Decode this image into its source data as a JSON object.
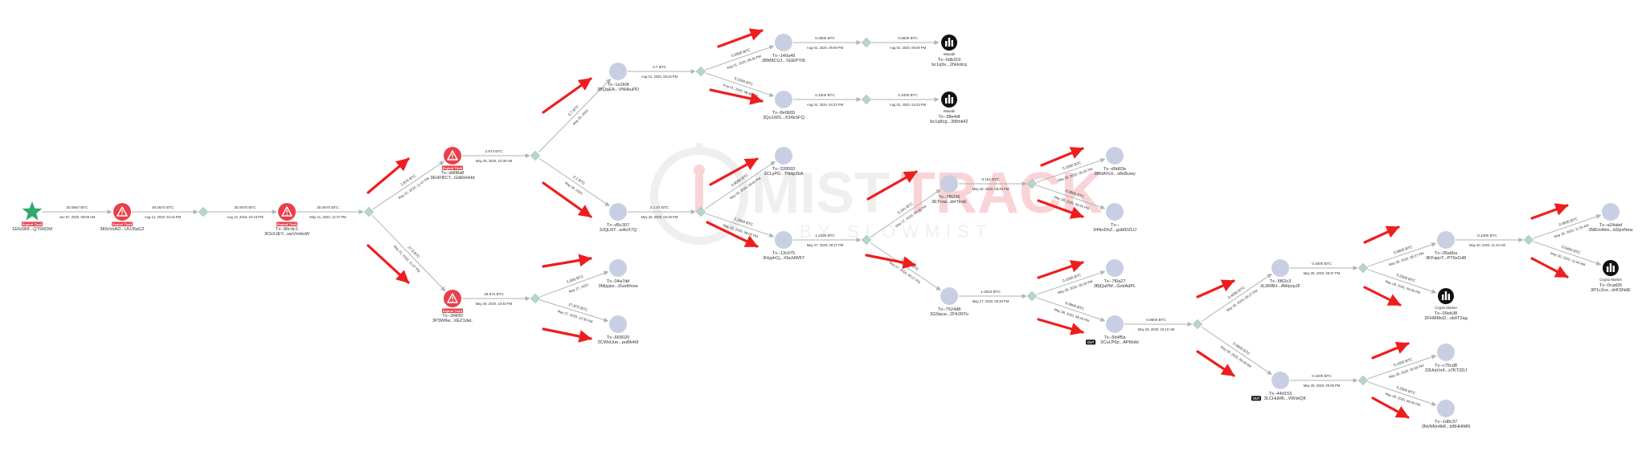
{
  "watermark": {
    "brand_left": "MIST",
    "brand_right": "TRACK",
    "tagline": "BY SLOWMIST"
  },
  "colors": {
    "node": "#c9cfe3",
    "alert": "#e8404a",
    "start": "#2ea86b",
    "diamond": "#b8d4ce",
    "edge": "#aab6b2",
    "arrow": "#ee1e1e",
    "exchange": "#111111"
  },
  "nodes": [
    {
      "id": "start",
      "kind": "start",
      "addr": "1E6z9Rf...QT5RDM",
      "tag": "Exploit Theft"
    },
    {
      "id": "n1",
      "kind": "alert",
      "addr": "3KfoVoAD...UUJ5aG2",
      "tag": "Exploit Theft"
    },
    {
      "id": "n2",
      "kind": "alert",
      "tx": "Tx--86c4c1",
      "addr": "3CkXJEY...uwVmHuW",
      "tag": "Exploit Theft"
    },
    {
      "id": "n3",
      "kind": "alert",
      "tx": "Tx--dd08a8",
      "addr": "3EHFBCT...GdEbHHd",
      "tag": "Exploit Theft"
    },
    {
      "id": "n4",
      "kind": "alert",
      "tx": "Tx--2f4f30",
      "addr": "3P3W6w...XEZ1deL",
      "tag": "Exploit Theft"
    },
    {
      "id": "n5",
      "kind": "node",
      "tx": "Tx--1e2b9f",
      "addr": "3BQqEA...VNHkuPD"
    },
    {
      "id": "n6",
      "kind": "node",
      "tx": "Tx--d5c307",
      "addr": "3JQLRT...wAvX7Q"
    },
    {
      "id": "n7",
      "kind": "node",
      "tx": "Tx--04a7dd",
      "addr": "3Mjiyjxe...DueKhow"
    },
    {
      "id": "n8",
      "kind": "node",
      "tx": "Tx--669020",
      "addr": "3CWoUue...puBk4t9"
    },
    {
      "id": "n9",
      "kind": "node",
      "tx": "Tx--140a49",
      "addr": "3BM8CUJ...SGEPYt5"
    },
    {
      "id": "n10",
      "kind": "node",
      "tx": "Tx--8e0b55",
      "addr": "3Qu1WS...X34kSFQ"
    },
    {
      "id": "n11",
      "kind": "exchange",
      "label": "Wasabi",
      "tx": "Tx--0db319",
      "addr": "bc1q9x...2hkkdcq"
    },
    {
      "id": "n12",
      "kind": "exchange",
      "label": "Wasabi",
      "tx": "Tx--38e4df",
      "addr": "bc1q8cg...3t8mk42"
    },
    {
      "id": "n13",
      "kind": "node",
      "tx": "Tx--339593",
      "addr": "3CLyPD...TNdp3bA"
    },
    {
      "id": "n14",
      "kind": "node",
      "tx": "Tx--13c975",
      "addr": "3HyphCj...XfaJdW57"
    },
    {
      "id": "n15",
      "kind": "node",
      "tx": "Tx--7f6236",
      "addr": "3ETrvw...dHTtrxE"
    },
    {
      "id": "n16",
      "kind": "node",
      "tx": "Tx--7524d8",
      "addr": "3G9qcw...2Ffr2RTo"
    },
    {
      "id": "n17",
      "kind": "node",
      "tx": "Tx--d9d03e",
      "addr": "3BNAYoX...x8eBuwy"
    },
    {
      "id": "n18",
      "kind": "node",
      "tx": "Tx--",
      "addr": "34NnDhZ...guMDZUJ"
    },
    {
      "id": "n19",
      "kind": "node",
      "tx": "Tx--7f0a27",
      "addr": "3BjQaPM...GxbAdPL"
    },
    {
      "id": "n20",
      "kind": "node",
      "tx": "Tx--5b4f5a",
      "addr": "3CuLP6p...APfdsbt",
      "badge": "OUT"
    },
    {
      "id": "n21",
      "kind": "node",
      "tx": "Tx--5f62c3",
      "addr": "3L9RBH...AWpxpJF"
    },
    {
      "id": "n22",
      "kind": "node",
      "tx": "Tx--44d153",
      "addr": "3LCHuM6...VWskQK",
      "badge": "OUT"
    },
    {
      "id": "n23",
      "kind": "node",
      "tx": "Tx--05a6ba",
      "addr": "3KFqqvT...PT6xG48"
    },
    {
      "id": "n24",
      "kind": "exchange",
      "label": "Crypto Market",
      "tx": "Tx--09eb38",
      "addr": "3FHMMoD...xb0T2ag"
    },
    {
      "id": "n25",
      "kind": "node",
      "tx": "Tx--c76cd8",
      "addr": "33UiqVn4...s7KT2DJ"
    },
    {
      "id": "n26",
      "kind": "node",
      "tx": "Tx--1d8c37",
      "addr": "3NvNNn4kK...bBHHtMN"
    },
    {
      "id": "n27",
      "kind": "node",
      "tx": "Tx--a24abd",
      "addr": "3MEmAtm...bDpvNew"
    },
    {
      "id": "n28",
      "kind": "exchange",
      "label": "Crypto Market",
      "tx": "Tx--0cad26",
      "addr": "3P1c2ce...drKSNdE"
    }
  ],
  "edges": [
    {
      "amount": "20.0667 BTC",
      "date": "Jun 07, 2020, 08:08 AM"
    },
    {
      "amount": "30.0670 BTC",
      "date": "Aug 12, 2019, 04:16 PM"
    },
    {
      "amount": "30.0670 BTC",
      "date": "Aug 12, 2019, 04:16 PM"
    },
    {
      "amount": "30.0670 BTC",
      "date": "May 21, 2020, 11:47 PM"
    },
    {
      "amount": "2.874 BTC",
      "date": "May 21, 2020, 11:47 PM"
    },
    {
      "amount": "27.9 BTC",
      "date": "May 21, 2020, 11:47 PM"
    },
    {
      "amount": "2.874 BTC",
      "date": "May 26, 2020, 10:39 AM"
    },
    {
      "amount": "29.874 BTC",
      "date": "May 26, 2020, 10:40 PM"
    },
    {
      "amount": "0.7 BTC",
      "date": "May 26, 2020"
    },
    {
      "amount": "2.1 BTC",
      "date": "May 26, 2020"
    },
    {
      "amount": "2.999 BTC",
      "date": "May 27, 2020"
    },
    {
      "amount": "27.875 BTC",
      "date": "May 27, 2020, 10:30 AM"
    },
    {
      "amount": "0.7 BTC",
      "date": "Aug 01, 2020, 08:43 PM"
    },
    {
      "amount": "0.0600 BTC",
      "date": "Aug 01, 2020, 08:46 PM"
    },
    {
      "amount": "0.1000 BTC",
      "date": "Aug 01, 2020, 08:46 PM"
    },
    {
      "amount": "0.0600 BTC",
      "date": "Aug 02, 2020, 09:09 PM"
    },
    {
      "amount": "0.0600 BTC",
      "date": "Aug 02, 2020, 09:09 PM"
    },
    {
      "amount": "0.1000 BTC",
      "date": "Aug 02, 2020, 04:23 PM"
    },
    {
      "amount": "0.1000 BTC",
      "date": "Aug 02, 2020, 04:23 PM"
    },
    {
      "amount": "2.1 07 BTC",
      "date": "May 26, 2020, 04:28 PM"
    },
    {
      "amount": "0.8000 BTC",
      "date": "May 26, 2020, 08:02 PM"
    },
    {
      "amount": "1.2000 BTC",
      "date": "May 26, 2020, 08:02 PM"
    },
    {
      "amount": "1.2320 BTC",
      "date": "May 27, 2020, 09:27 PM"
    },
    {
      "amount": "0.191 BTC",
      "date": "May 27, 2020, 08:39 PM"
    },
    {
      "amount": "1.0810 BTC",
      "date": "May 27, 2020, 06:27 PM"
    },
    {
      "amount": "0.191 BTC",
      "date": "May 28, 2020, 08:26 PM"
    },
    {
      "amount": "0.1080 BTC",
      "date": "May 28, 2020, 09:26 PM"
    },
    {
      "amount": "0.0800 BTC",
      "date": "May 28, 2020, 09:26 PM"
    },
    {
      "amount": "1.0810 BTC",
      "date": "May 27, 2020, 08:29 PM"
    },
    {
      "amount": "0.1000 BTC",
      "date": "May 28, 2020, 09:29 PM"
    },
    {
      "amount": "0.9800 BTC",
      "date": "May 28, 2020, 08:29 PM"
    },
    {
      "amount": "0.9800 BTC",
      "date": "May 28, 2020, 10:10 AM"
    },
    {
      "amount": "0.4000 BTC",
      "date": "May 28, 2020, 08:27 PM"
    },
    {
      "amount": "0.5800 BTC",
      "date": "May 28, 2020, 08:29 AM"
    },
    {
      "amount": "0.4000 BTC",
      "date": "May 28, 2020, 08:37 PM"
    },
    {
      "amount": "0.5800 BTC",
      "date": "May 28, 2020, 08:37 PM"
    },
    {
      "amount": "0.2000 BTC",
      "date": "May 28, 2020, 09:09 PM"
    },
    {
      "amount": "0.1000 BTC",
      "date": "May 28, 2020, 09:09 PM"
    },
    {
      "amount": "0.1000 BTC",
      "date": "May 28, 2020, 09:09 PM"
    },
    {
      "amount": "0.2000 BTC",
      "date": "May 28, 2020, 09:09 PM"
    },
    {
      "amount": "0.1000 BTC",
      "date": "May 30, 2020, 11:34 AM"
    },
    {
      "amount": "0.0600 BTC",
      "date": "May 30, 2020, 11:34 AM"
    },
    {
      "amount": "0.0400 BTC",
      "date": "May 30, 2020, 11:34 AM"
    }
  ]
}
